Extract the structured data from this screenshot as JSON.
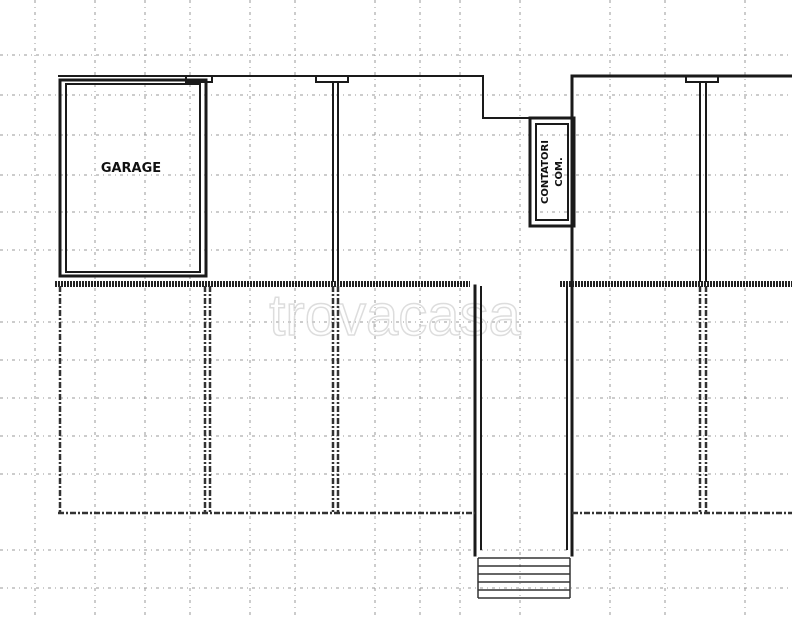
{
  "rooms": {
    "garage": {
      "label": "GARAGE"
    },
    "contatori": {
      "label_line1": "CONTATORI",
      "label_line2": "COM."
    }
  },
  "watermark": {
    "text": "trovacasa"
  },
  "stairs": {
    "steps": 6
  }
}
